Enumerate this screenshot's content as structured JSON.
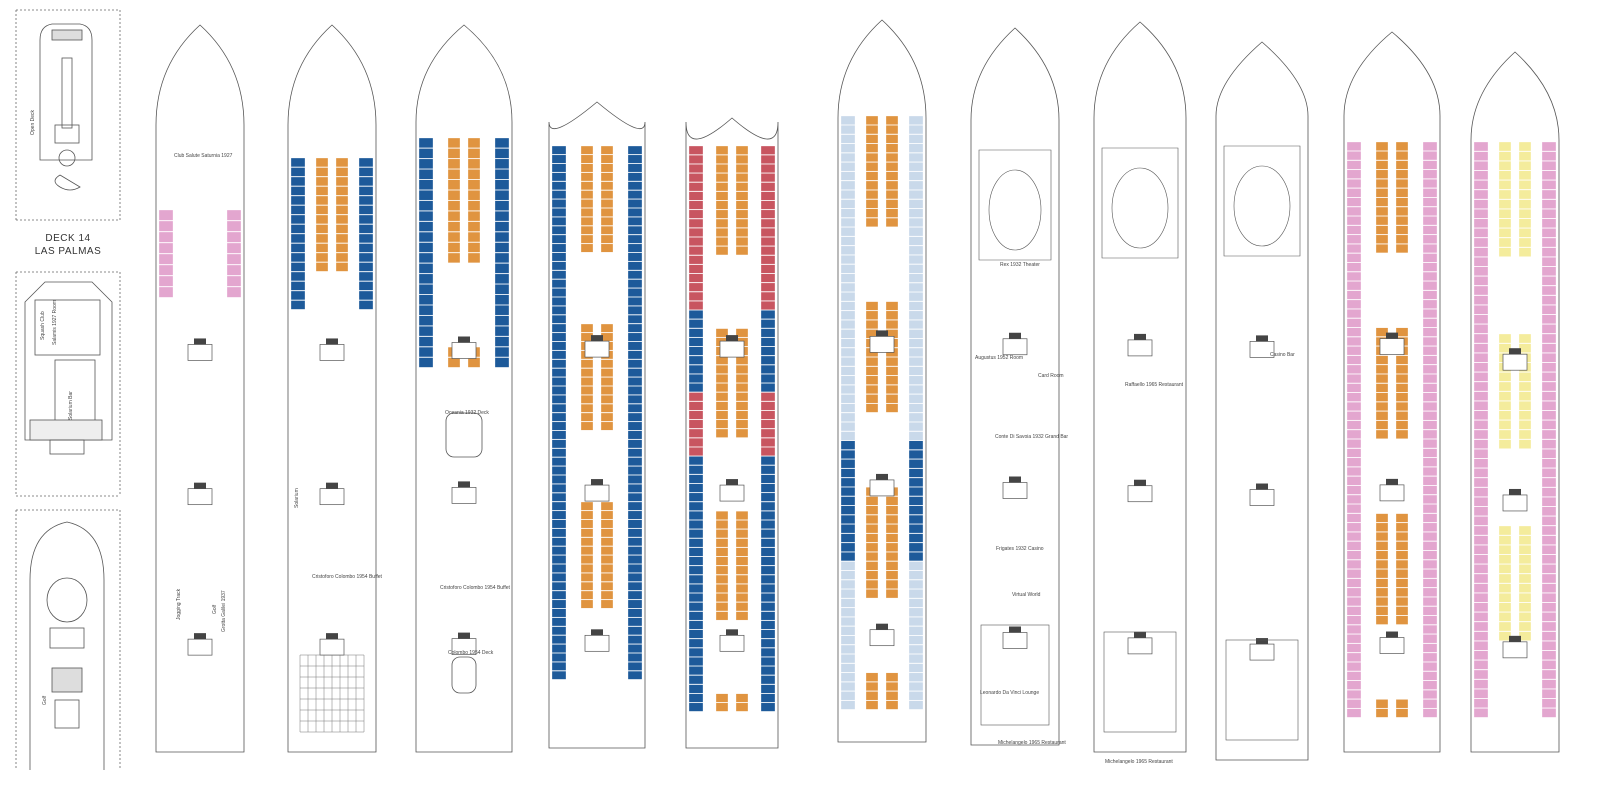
{
  "deck_caption": {
    "line1": "DECK 14",
    "line2": "LAS PALMAS"
  },
  "small_panels": [
    {
      "labels": [
        "Open Deck"
      ]
    },
    {
      "labels": [
        "Squash Club",
        "Salamis 1927 Room",
        "Solarium Bar"
      ]
    },
    {
      "labels": [
        "Golf"
      ]
    }
  ],
  "venues": [
    "Club Salute Saturnia 1927",
    "Jogging Track",
    "Golf",
    "Grotta Galilei 1937",
    "Solarium",
    "Cristoforo Colombo 1954 Buffet",
    "Oceania 1932 Deck",
    "Cristoforo Colombo 1954 Buffet",
    "Colombo 1954 Deck",
    "Rex 1932 Theater",
    "Augustus 1952 Room",
    "Card Room",
    "Conte Di Savoia 1932 Grand Bar",
    "Virtual World",
    "Frigates 1932 Casino",
    "Leonardo Da Vinci Lounge",
    "Michelangelo 1965 Restaurant",
    "Raffaello 1965 Restaurant",
    "Casino Bar",
    "Michelangelo 1965 Restaurant"
  ],
  "colors": {
    "blue_cabin": "#1d5a9a",
    "orange_cabin": "#e09440",
    "pink_cabin": "#e3a6cf",
    "red_cabin": "#c85560",
    "light_blue_cabin": "#c9d9ea",
    "yellow_cabin": "#f4ec9c",
    "outline": "#555555"
  },
  "decks": [
    {
      "id": "d11",
      "prefix": "",
      "fill_left": "pink",
      "fill_inner": "none",
      "rows": 8
    },
    {
      "id": "d10",
      "prefix": "10",
      "fill_left": "blue",
      "fill_inner": "orange",
      "rows": 16
    },
    {
      "id": "d9",
      "prefix": "92",
      "fill_left": "blue",
      "fill_inner": "orange",
      "rows": 22
    },
    {
      "id": "d8",
      "prefix": "83",
      "fill_left": "blue",
      "fill_inner": "orange",
      "rows": 60
    },
    {
      "id": "d7",
      "prefix": "72",
      "fill_left": "mixed",
      "fill_inner": "orange",
      "rows": 62
    },
    {
      "id": "d6",
      "prefix": "63",
      "fill_left": "lightblue",
      "fill_inner": "orange",
      "rows": 64
    },
    {
      "id": "d5",
      "prefix": "",
      "fill_left": "none",
      "fill_inner": "none",
      "rows": 0
    },
    {
      "id": "d4",
      "prefix": "",
      "fill_left": "none",
      "fill_inner": "none",
      "rows": 0
    },
    {
      "id": "d3",
      "prefix": "",
      "fill_left": "none",
      "fill_inner": "none",
      "rows": 0
    },
    {
      "id": "d2",
      "prefix": "22",
      "fill_left": "pink",
      "fill_inner": "orange",
      "rows": 62
    },
    {
      "id": "d1",
      "prefix": "12",
      "fill_left": "pink",
      "fill_inner": "yellow",
      "rows": 60
    }
  ]
}
